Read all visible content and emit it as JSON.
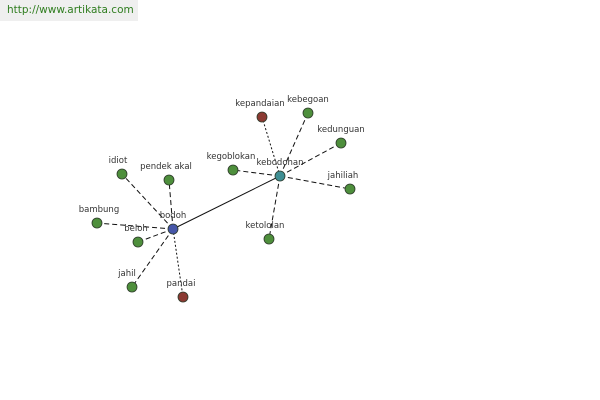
{
  "header": {
    "url": "http://www.artikata.com"
  },
  "graph": {
    "colors": {
      "green": "#4e8f3c",
      "red": "#8b3a32",
      "blue": "#4656a8",
      "teal": "#3f8f94",
      "node_stroke": "#2d3a2a",
      "edge": "#111111"
    },
    "nodes": [
      {
        "id": "bodoh",
        "label": "bodoh",
        "color": "blue"
      },
      {
        "id": "kebodohan",
        "label": "kebodohan",
        "color": "teal"
      },
      {
        "id": "idiot",
        "label": "idiot",
        "color": "green"
      },
      {
        "id": "pendek-akal",
        "label": "pendek akal",
        "color": "green"
      },
      {
        "id": "bambung",
        "label": "bambung",
        "color": "green"
      },
      {
        "id": "beloh",
        "label": "beloh",
        "color": "green"
      },
      {
        "id": "jahil",
        "label": "jahil",
        "color": "green"
      },
      {
        "id": "pandai",
        "label": "pandai",
        "color": "red"
      },
      {
        "id": "kepandaian",
        "label": "kepandaian",
        "color": "red"
      },
      {
        "id": "kebegoan",
        "label": "kebegoan",
        "color": "green"
      },
      {
        "id": "kedunguan",
        "label": "kedunguan",
        "color": "green"
      },
      {
        "id": "kegoblokan",
        "label": "kegoblokan",
        "color": "green"
      },
      {
        "id": "jahiliah",
        "label": "jahiliah",
        "color": "green"
      },
      {
        "id": "ketololan",
        "label": "ketololan",
        "color": "green"
      }
    ],
    "edges": [
      {
        "from": "bodoh",
        "to": "kebodohan",
        "style": "solid"
      },
      {
        "from": "bodoh",
        "to": "idiot",
        "style": "dashed"
      },
      {
        "from": "bodoh",
        "to": "pendek-akal",
        "style": "dashed"
      },
      {
        "from": "bodoh",
        "to": "bambung",
        "style": "dashed"
      },
      {
        "from": "bodoh",
        "to": "beloh",
        "style": "dashed"
      },
      {
        "from": "bodoh",
        "to": "jahil",
        "style": "dashed"
      },
      {
        "from": "bodoh",
        "to": "pandai",
        "style": "dotted"
      },
      {
        "from": "kebodohan",
        "to": "kepandaian",
        "style": "dotted"
      },
      {
        "from": "kebodohan",
        "to": "kebegoan",
        "style": "dashed"
      },
      {
        "from": "kebodohan",
        "to": "kedunguan",
        "style": "dashed"
      },
      {
        "from": "kebodohan",
        "to": "kegoblokan",
        "style": "dashed"
      },
      {
        "from": "kebodohan",
        "to": "jahiliah",
        "style": "dashed"
      },
      {
        "from": "kebodohan",
        "to": "ketololan",
        "style": "dashed"
      }
    ]
  }
}
